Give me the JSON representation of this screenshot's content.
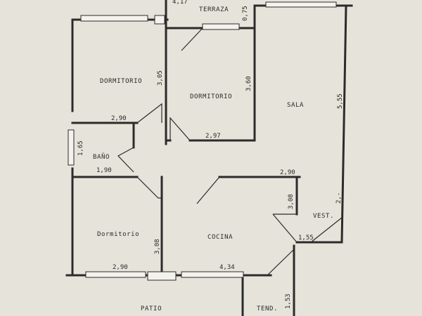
{
  "rooms": {
    "terraza": "TERRAZA",
    "dormitorio_1": "DORMITORIO",
    "dormitorio_2": "DORMITORIO",
    "dormitorio_3": "Dormitorio",
    "sala": "SALA",
    "bano": "BAÑO",
    "cocina": "COCINA",
    "vest": "VEST.",
    "patio": "PATIO",
    "tend": "TEND."
  },
  "dimensions": {
    "terraza_width": "4,17",
    "terraza_depth": "0,75",
    "dorm1_depth": "3,05",
    "dorm1_width": "2,90",
    "dorm2_depth": "3,60",
    "dorm2_width": "2,97",
    "sala_depth": "5,55",
    "bano_depth": "1,65",
    "bano_width": "1,90",
    "cocina_width_top": "2,90",
    "cocina_depth_right": "3,08",
    "dorm3_depth": "3,08",
    "dorm3_width": "2,90",
    "cocina_width_bottom": "4,34",
    "vest_width": "1,55",
    "vest_depth": "2,-",
    "tend_depth": "1,53"
  }
}
